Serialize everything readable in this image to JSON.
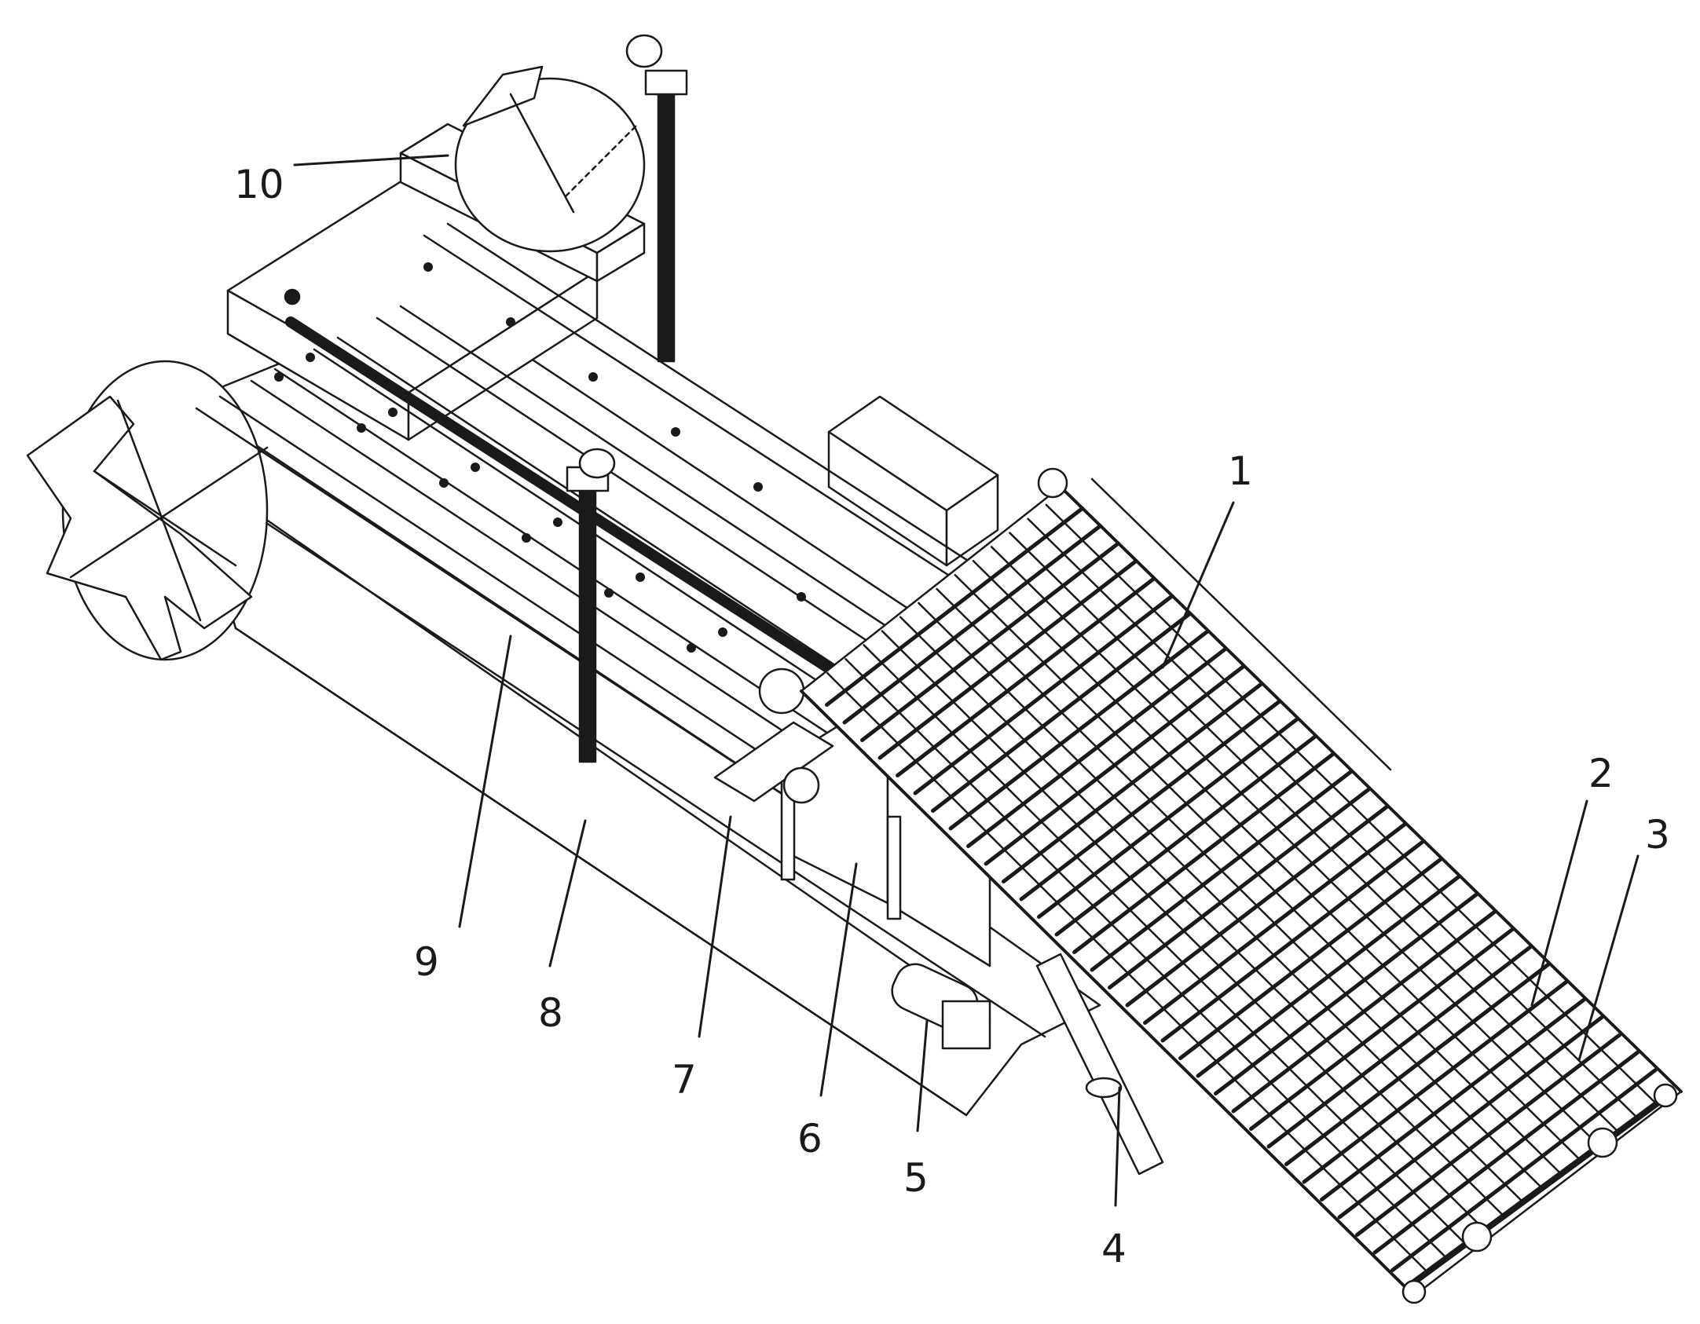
{
  "figure": {
    "labels": [
      {
        "id": "1",
        "text": "1"
      },
      {
        "id": "2",
        "text": "2"
      },
      {
        "id": "3",
        "text": "3"
      },
      {
        "id": "4",
        "text": "4"
      },
      {
        "id": "5",
        "text": "5"
      },
      {
        "id": "6",
        "text": "6"
      },
      {
        "id": "7",
        "text": "7"
      },
      {
        "id": "8",
        "text": "8"
      },
      {
        "id": "9",
        "text": "9"
      },
      {
        "id": "10",
        "text": "10"
      }
    ],
    "line_color": "#1a1a1a",
    "background": "#ffffff"
  }
}
